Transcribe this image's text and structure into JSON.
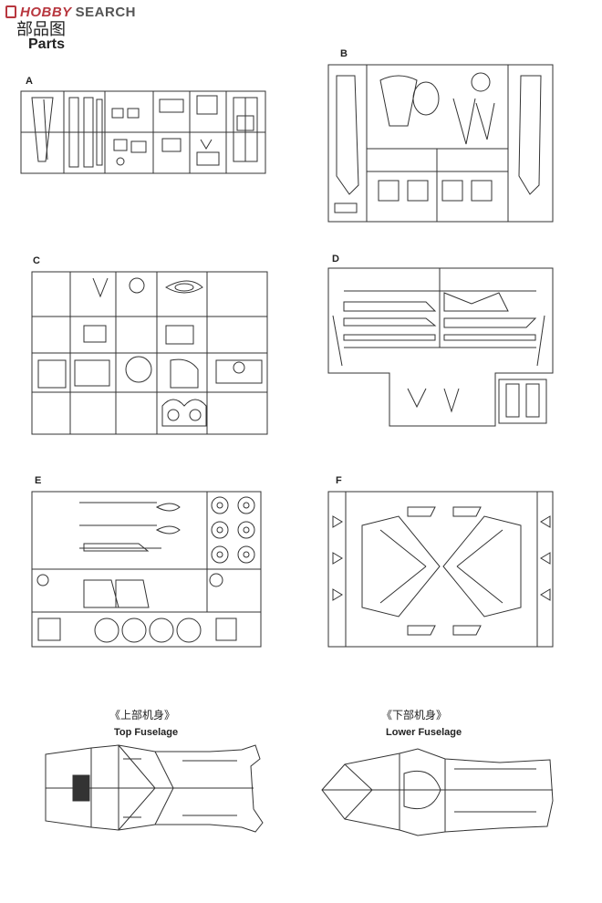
{
  "header": {
    "logo_hobby": "HOBBY",
    "logo_search": "SEARCH",
    "title_cn": "部品图",
    "title_en": "Parts"
  },
  "sprues": [
    {
      "label": "A"
    },
    {
      "label": "B"
    },
    {
      "label": "C"
    },
    {
      "label": "D"
    },
    {
      "label": "E"
    },
    {
      "label": "F"
    }
  ],
  "fuselage": {
    "top_cn": "《上部机身》",
    "top_en": "Top Fuselage",
    "lower_cn": "《下部机身》",
    "lower_en": "Lower Fuselage"
  }
}
